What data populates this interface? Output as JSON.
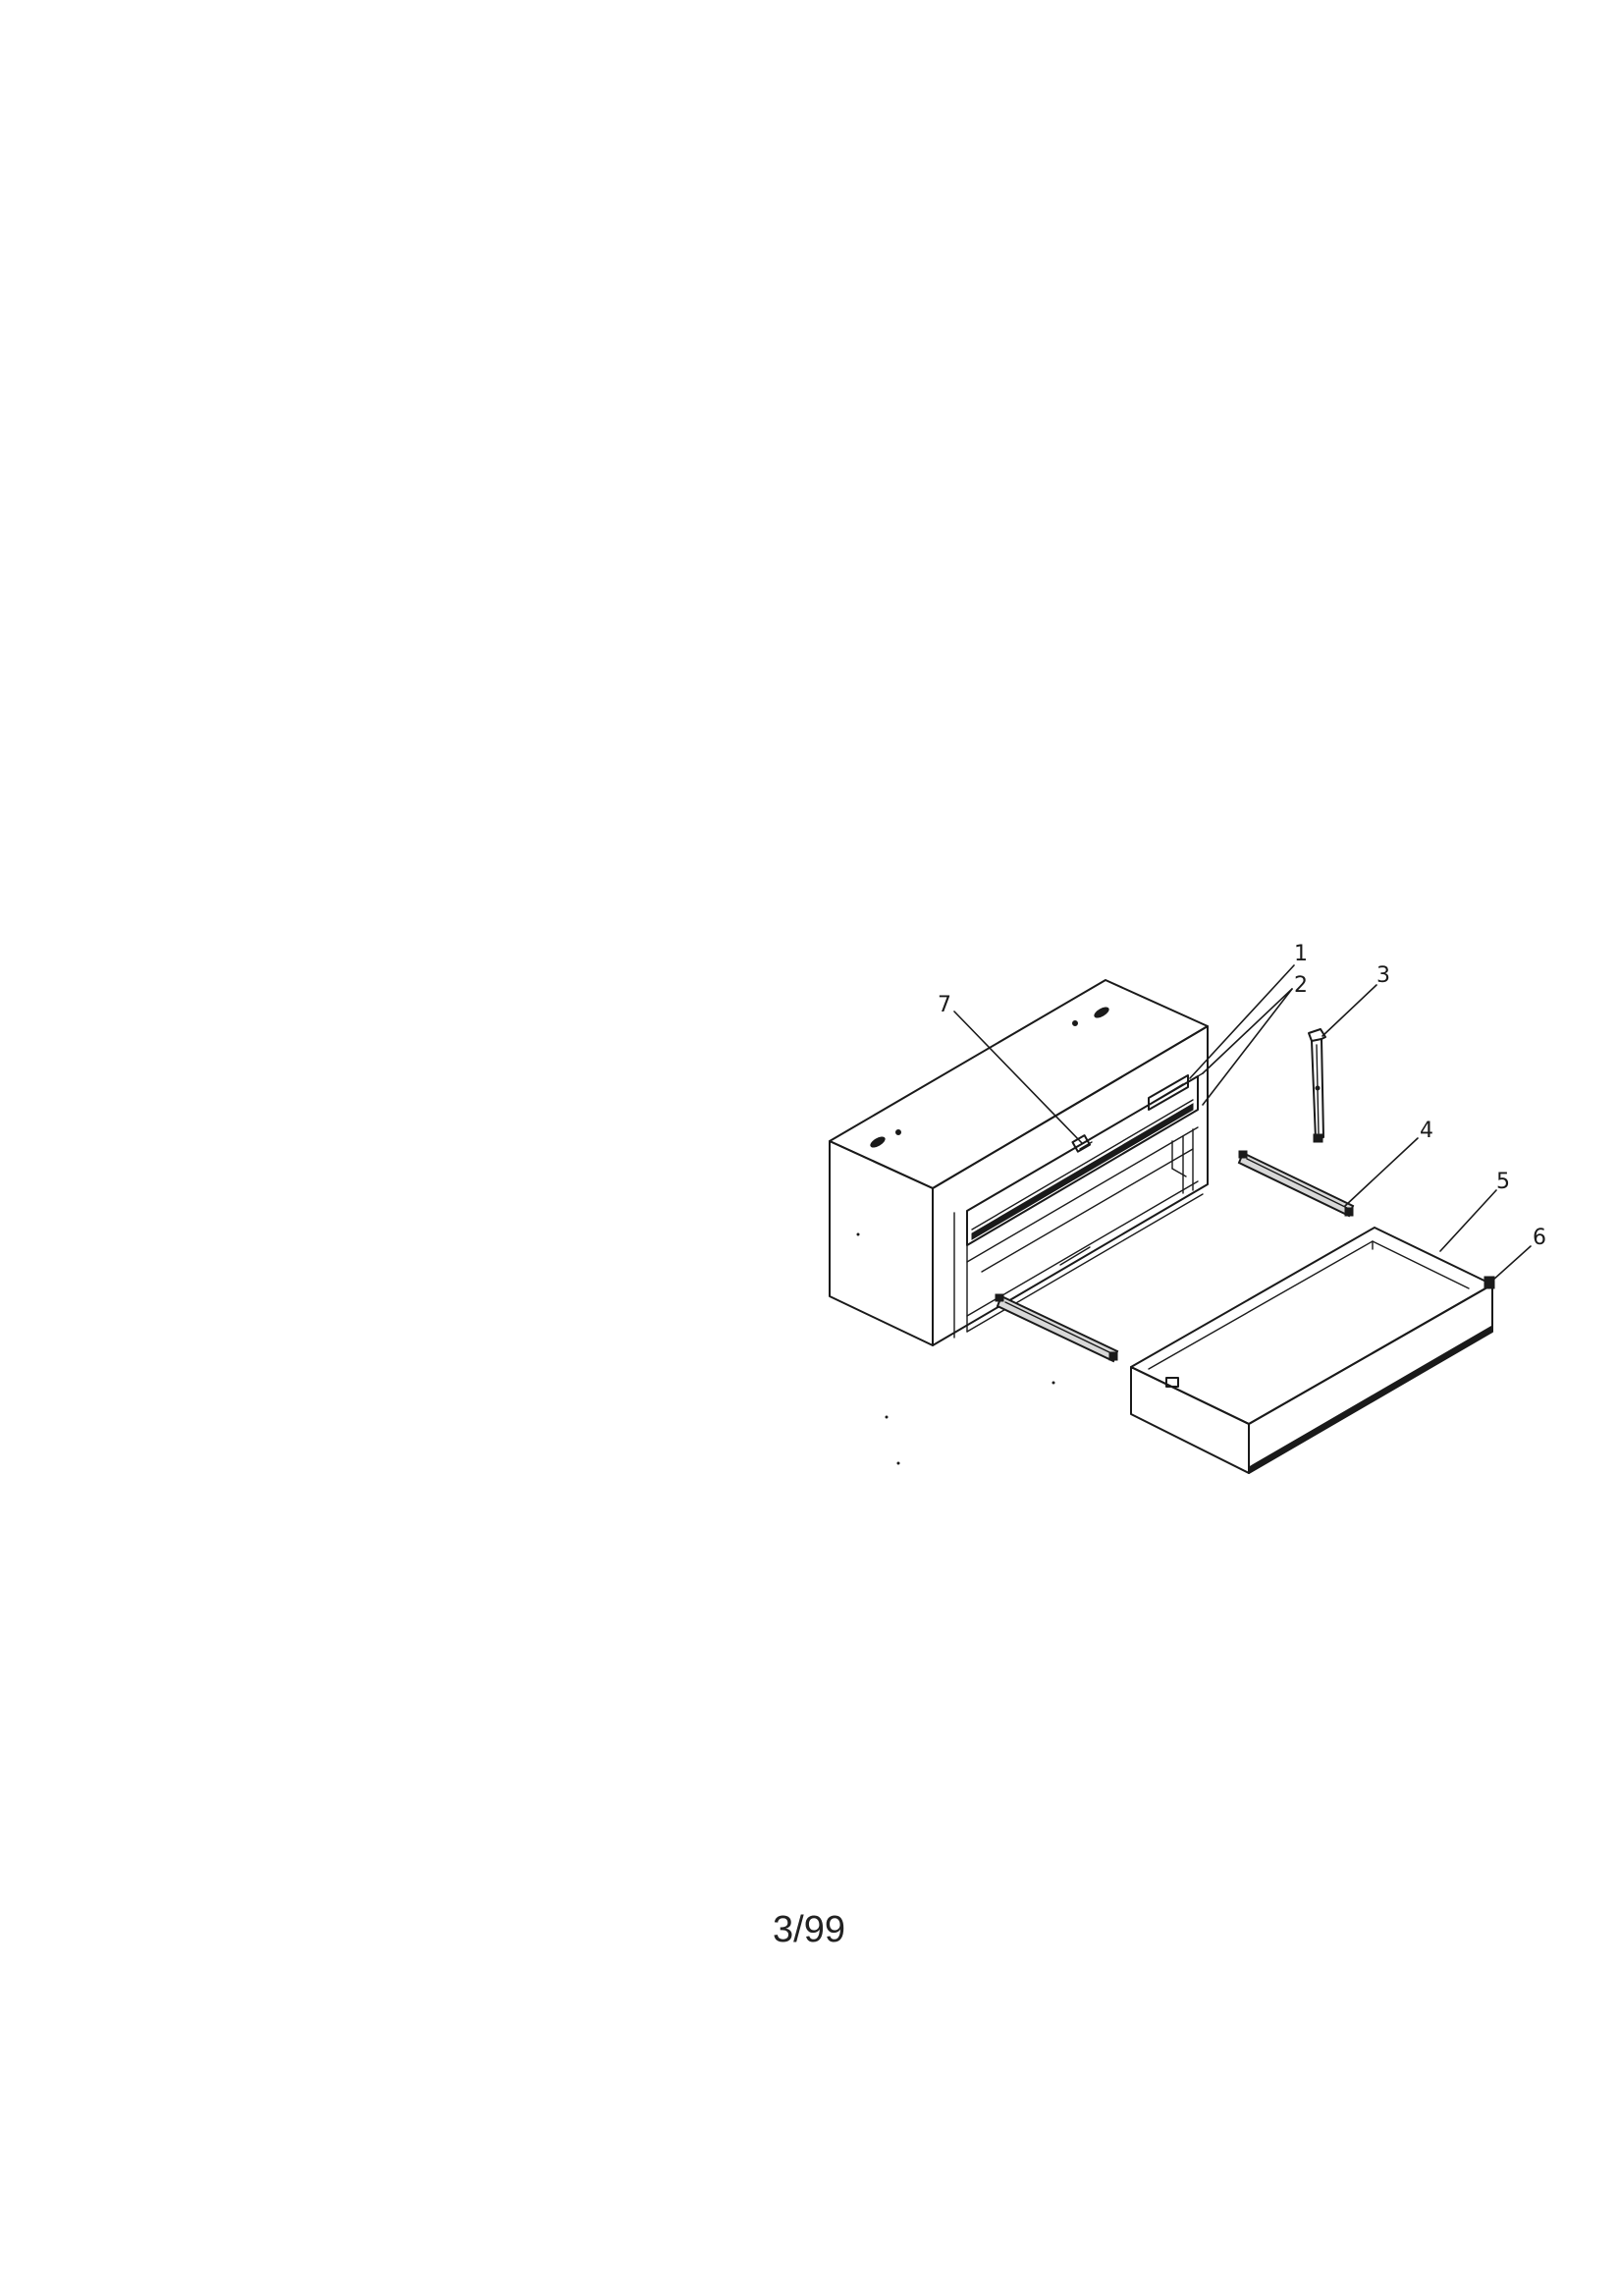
{
  "diagram": {
    "callouts": [
      {
        "id": "callout-1",
        "label": "1"
      },
      {
        "id": "callout-2",
        "label": "2"
      },
      {
        "id": "callout-3",
        "label": "3"
      },
      {
        "id": "callout-4",
        "label": "4"
      },
      {
        "id": "callout-5",
        "label": "5"
      },
      {
        "id": "callout-6",
        "label": "6"
      },
      {
        "id": "callout-7",
        "label": "7"
      }
    ]
  },
  "footer": {
    "page_code": "3/99"
  },
  "colors": {
    "ink": "#1a1a1a",
    "paper": "#ffffff"
  }
}
